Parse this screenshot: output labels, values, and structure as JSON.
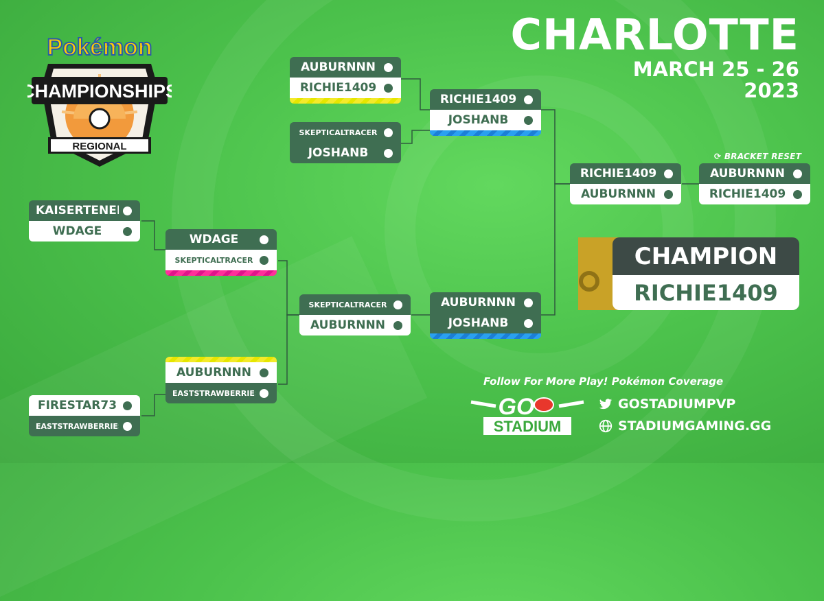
{
  "header": {
    "city": "CHARLOTTE",
    "dates": "MARCH 25 - 26",
    "year": "2023"
  },
  "logo": {
    "brand": "Pokémon",
    "line1": "CHAMPIONSHIPS",
    "line2": "REGIONAL"
  },
  "matches": {
    "m1": {
      "top": "AUBURNNN",
      "bottom": "RICHIE1409"
    },
    "m2": {
      "top": "SKEPTICALTRACER",
      "bottom": "JOSHANB"
    },
    "m3": {
      "top": "RICHIE1409",
      "bottom": "JOSHANB"
    },
    "m4": {
      "top": "KAISERTENER",
      "bottom": "WDAGE"
    },
    "m5": {
      "top": "WDAGE",
      "bottom": "SKEPTICALTRACER"
    },
    "m6": {
      "top": "SKEPTICALTRACER",
      "bottom": "AUBURNNN"
    },
    "m7": {
      "top": "AUBURNNN",
      "bottom": "JOSHANB"
    },
    "m8": {
      "top": "AUBURNNN",
      "bottom": "EASTSTRAWBERRIES"
    },
    "m9": {
      "top": "FIRESTAR73",
      "bottom": "EASTSTRAWBERRIES"
    },
    "m10": {
      "top": "RICHIE1409",
      "bottom": "AUBURNNN"
    },
    "m11": {
      "top": "AUBURNNN",
      "bottom": "RICHIE1409"
    }
  },
  "bracket_reset": "BRACKET RESET",
  "champion": {
    "label": "CHAMPION",
    "name": "RICHIE1409"
  },
  "footer": {
    "follow": "Follow For More Play! Pokémon Coverage",
    "go": "GO",
    "stadium": "STADIUM",
    "twitter": "GOSTADIUMPVP",
    "website": "STADIUMGAMING.GG"
  },
  "colors": {
    "box_dark": "#3f6e52",
    "box_light": "#ffffff",
    "accent_yellow": "#f4ea2a",
    "accent_blue": "#2aa0f0",
    "accent_pink": "#ff2f9a",
    "champion_dark": "#3d4a46",
    "trophy_gold": "#c9a227"
  },
  "icons": {
    "twitter": "twitter-icon",
    "website": "globe-icon",
    "reset": "refresh-icon"
  }
}
